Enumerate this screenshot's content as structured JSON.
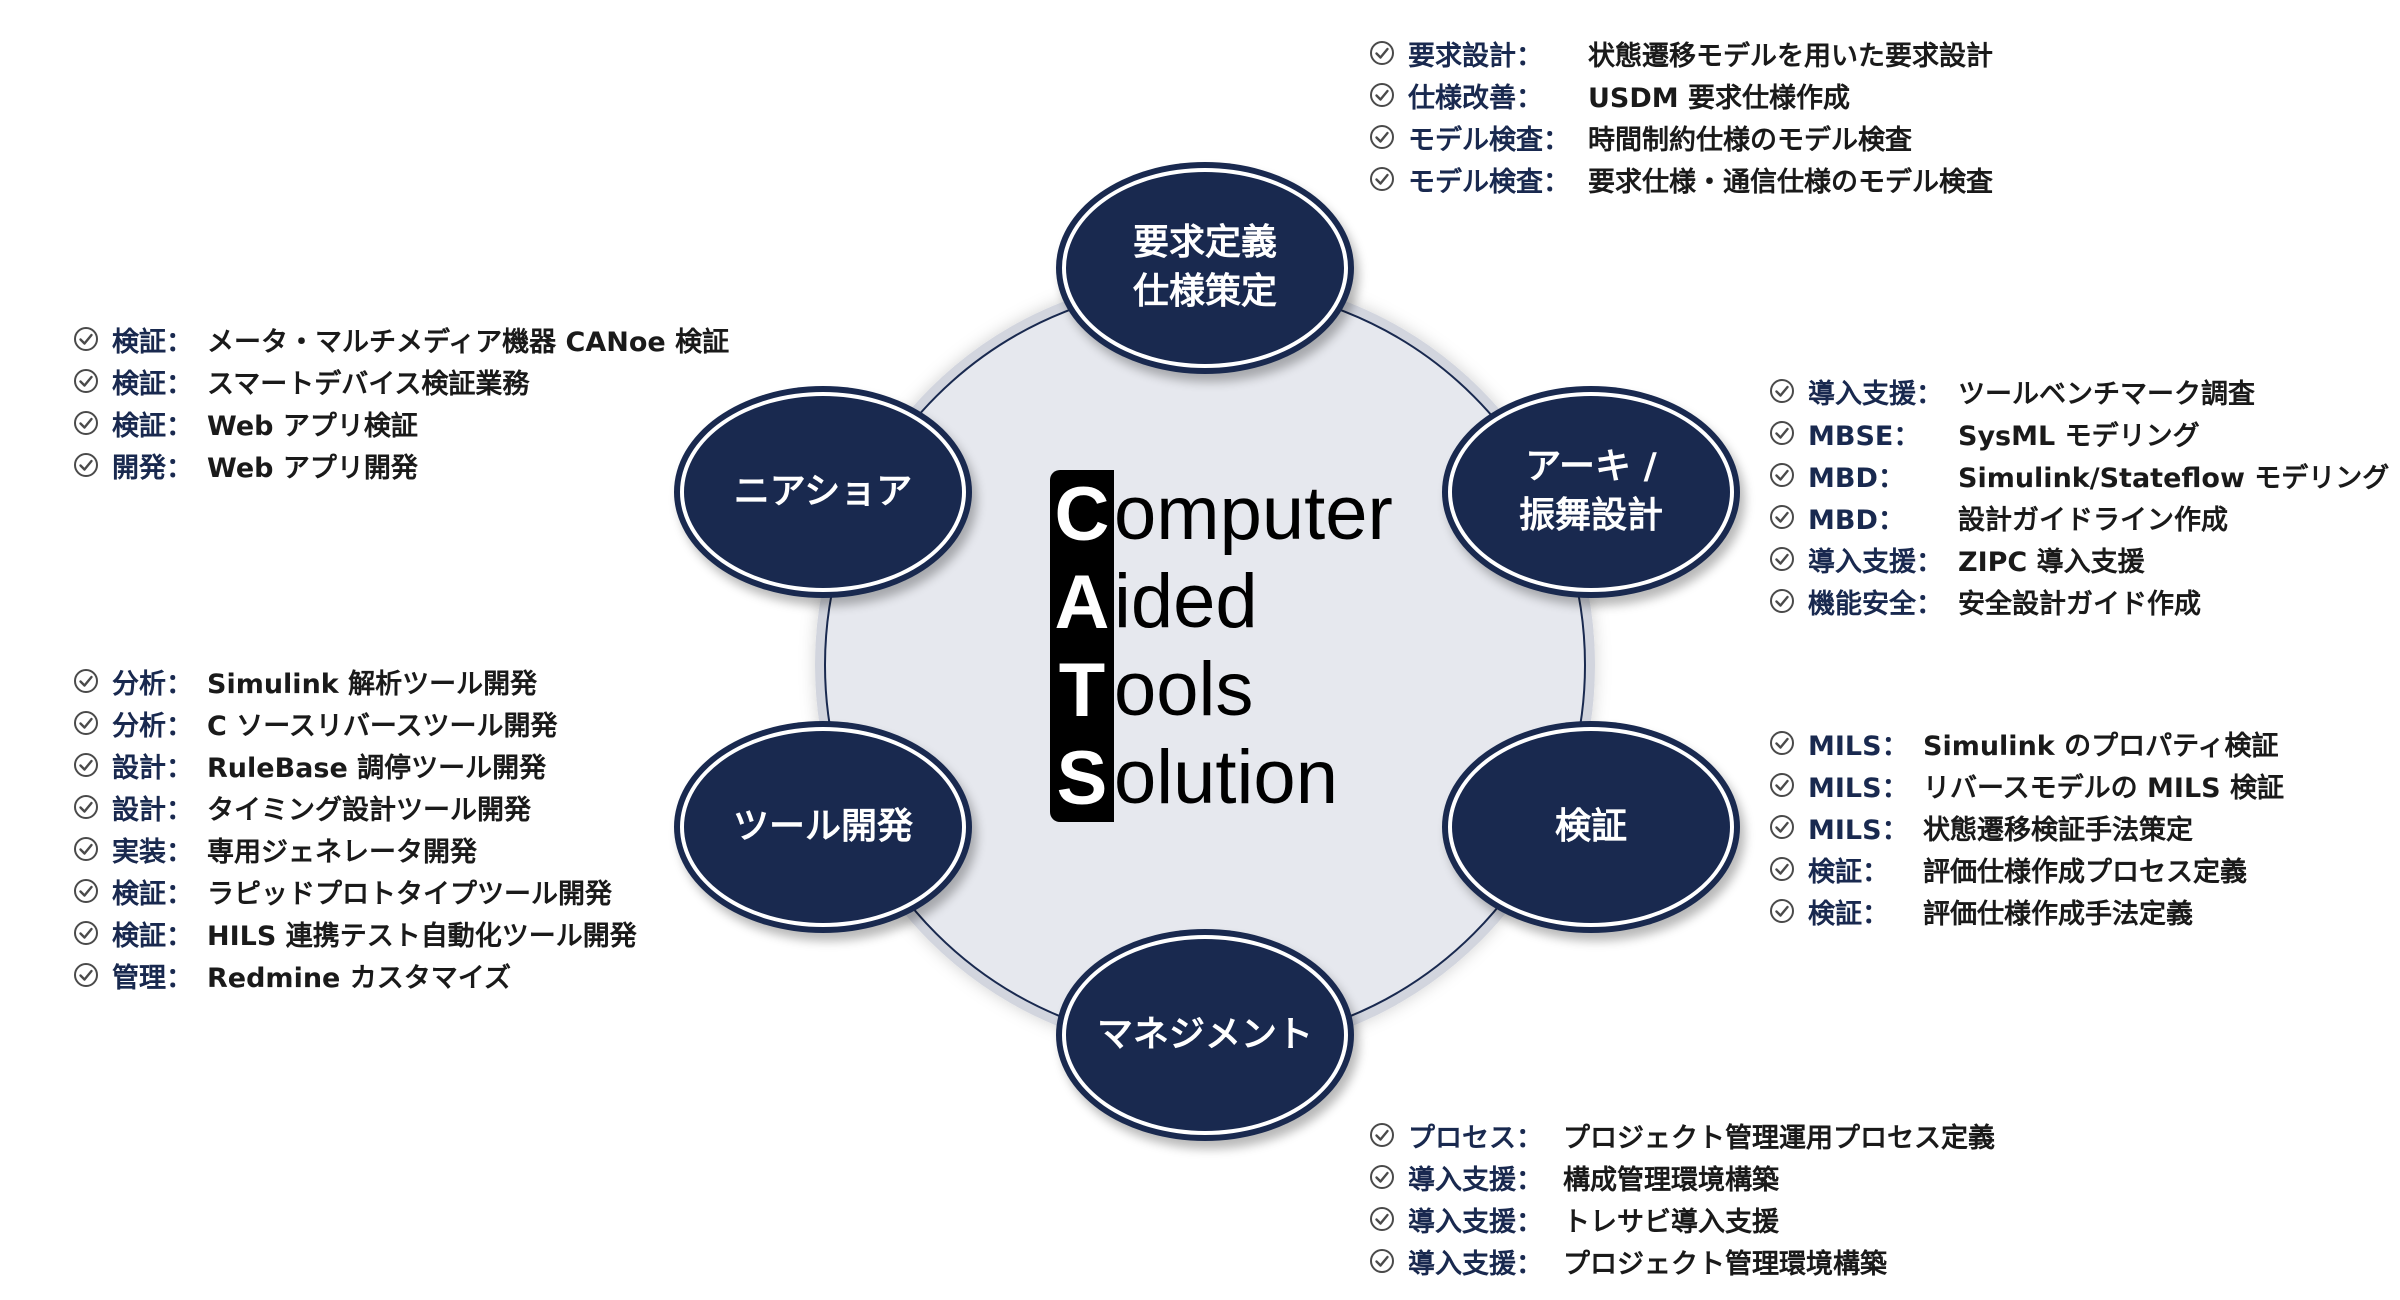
{
  "colors": {
    "node_fill": "#19294f",
    "hub_fill": "#e6e8ee",
    "key_text": "#19294f",
    "check_icon": "#4a4a4a"
  },
  "cats": {
    "rows": [
      {
        "letter": "C",
        "rest": "omputer"
      },
      {
        "letter": "A",
        "rest": "ided"
      },
      {
        "letter": "T",
        "rest": "ools"
      },
      {
        "letter": "S",
        "rest": "olution"
      }
    ]
  },
  "nodes": {
    "requirements": "要求定義\n仕様策定",
    "architecture": "アーキ /\n振舞設計",
    "verification": "検証",
    "management": "マネジメント",
    "tool_dev": "ツール開発",
    "nearshore": "ニアショア"
  },
  "groups": {
    "requirements": [
      {
        "key": "要求設計：",
        "value": "状態遷移モデルを用いた要求設計"
      },
      {
        "key": "仕様改善：",
        "value": "USDM 要求仕様作成"
      },
      {
        "key": "モデル検査：",
        "value": "時間制約仕様のモデル検査"
      },
      {
        "key": "モデル検査：",
        "value": "要求仕様・通信仕様のモデル検査"
      }
    ],
    "architecture": [
      {
        "key": "導入支援：",
        "value": "ツールベンチマーク調査"
      },
      {
        "key": "MBSE：",
        "value": "SysML モデリング"
      },
      {
        "key": "MBD：",
        "value": "Simulink/Stateflow モデリング"
      },
      {
        "key": "MBD：",
        "value": "設計ガイドライン作成"
      },
      {
        "key": "導入支援：",
        "value": "ZIPC 導入支援"
      },
      {
        "key": "機能安全：",
        "value": "安全設計ガイド作成"
      }
    ],
    "verification": [
      {
        "key": "MILS：",
        "value": "Simulink のプロパティ検証"
      },
      {
        "key": "MILS：",
        "value": "リバースモデルの MILS 検証"
      },
      {
        "key": "MILS：",
        "value": "状態遷移検証手法策定"
      },
      {
        "key": "検証：",
        "value": "評価仕様作成プロセス定義"
      },
      {
        "key": "検証：",
        "value": "評価仕様作成手法定義"
      }
    ],
    "management": [
      {
        "key": "プロセス：",
        "value": "プロジェクト管理運用プロセス定義"
      },
      {
        "key": "導入支援：",
        "value": "構成管理環境構築"
      },
      {
        "key": "導入支援：",
        "value": "トレサビ導入支援"
      },
      {
        "key": "導入支援：",
        "value": "プロジェクト管理環境構築"
      }
    ],
    "tool_dev": [
      {
        "key": "分析：",
        "value": "Simulink 解析ツール開発"
      },
      {
        "key": "分析：",
        "value": "C ソースリバースツール開発"
      },
      {
        "key": "設計：",
        "value": "RuleBase 調停ツール開発"
      },
      {
        "key": "設計：",
        "value": "タイミング設計ツール開発"
      },
      {
        "key": "実装：",
        "value": "専用ジェネレータ開発"
      },
      {
        "key": "検証：",
        "value": "ラピッドプロトタイプツール開発"
      },
      {
        "key": "検証：",
        "value": "HILS 連携テスト自動化ツール開発"
      },
      {
        "key": "管理：",
        "value": "Redmine カスタマイズ"
      }
    ],
    "nearshore": [
      {
        "key": "検証：",
        "value": "メータ・マルチメディア機器 CANoe 検証"
      },
      {
        "key": "検証：",
        "value": "スマートデバイス検証業務"
      },
      {
        "key": "検証：",
        "value": "Web アプリ検証"
      },
      {
        "key": "開発：",
        "value": "Web アプリ開発"
      }
    ]
  },
  "icon": "check-circle-icon"
}
